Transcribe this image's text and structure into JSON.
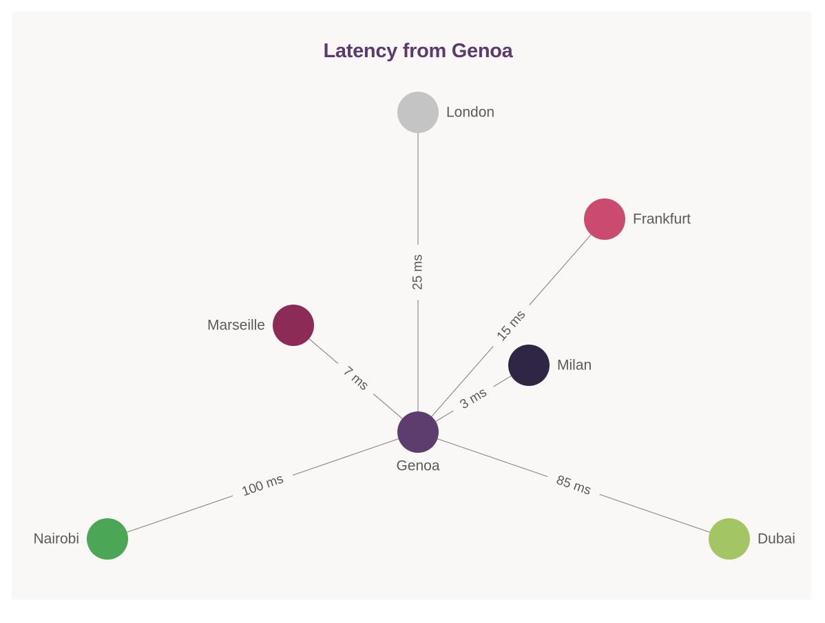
{
  "title": "Latency from Genoa",
  "center": {
    "name": "Genoa",
    "color": "#5c3d6e"
  },
  "edge_color": "#8f8f8f",
  "links": [
    {
      "name": "London",
      "latency": "25 ms",
      "latency_ms": 25,
      "color": "#c4c4c4"
    },
    {
      "name": "Frankfurt",
      "latency": "15 ms",
      "latency_ms": 15,
      "color": "#cb4a6f"
    },
    {
      "name": "Marseille",
      "latency": "7 ms",
      "latency_ms": 7,
      "color": "#8c2c56"
    },
    {
      "name": "Milan",
      "latency": "3 ms",
      "latency_ms": 3,
      "color": "#2f2544"
    },
    {
      "name": "Nairobi",
      "latency": "100 ms",
      "latency_ms": 100,
      "color": "#4ba655"
    },
    {
      "name": "Dubai",
      "latency": "85 ms",
      "latency_ms": 85,
      "color": "#a4c563"
    }
  ]
}
